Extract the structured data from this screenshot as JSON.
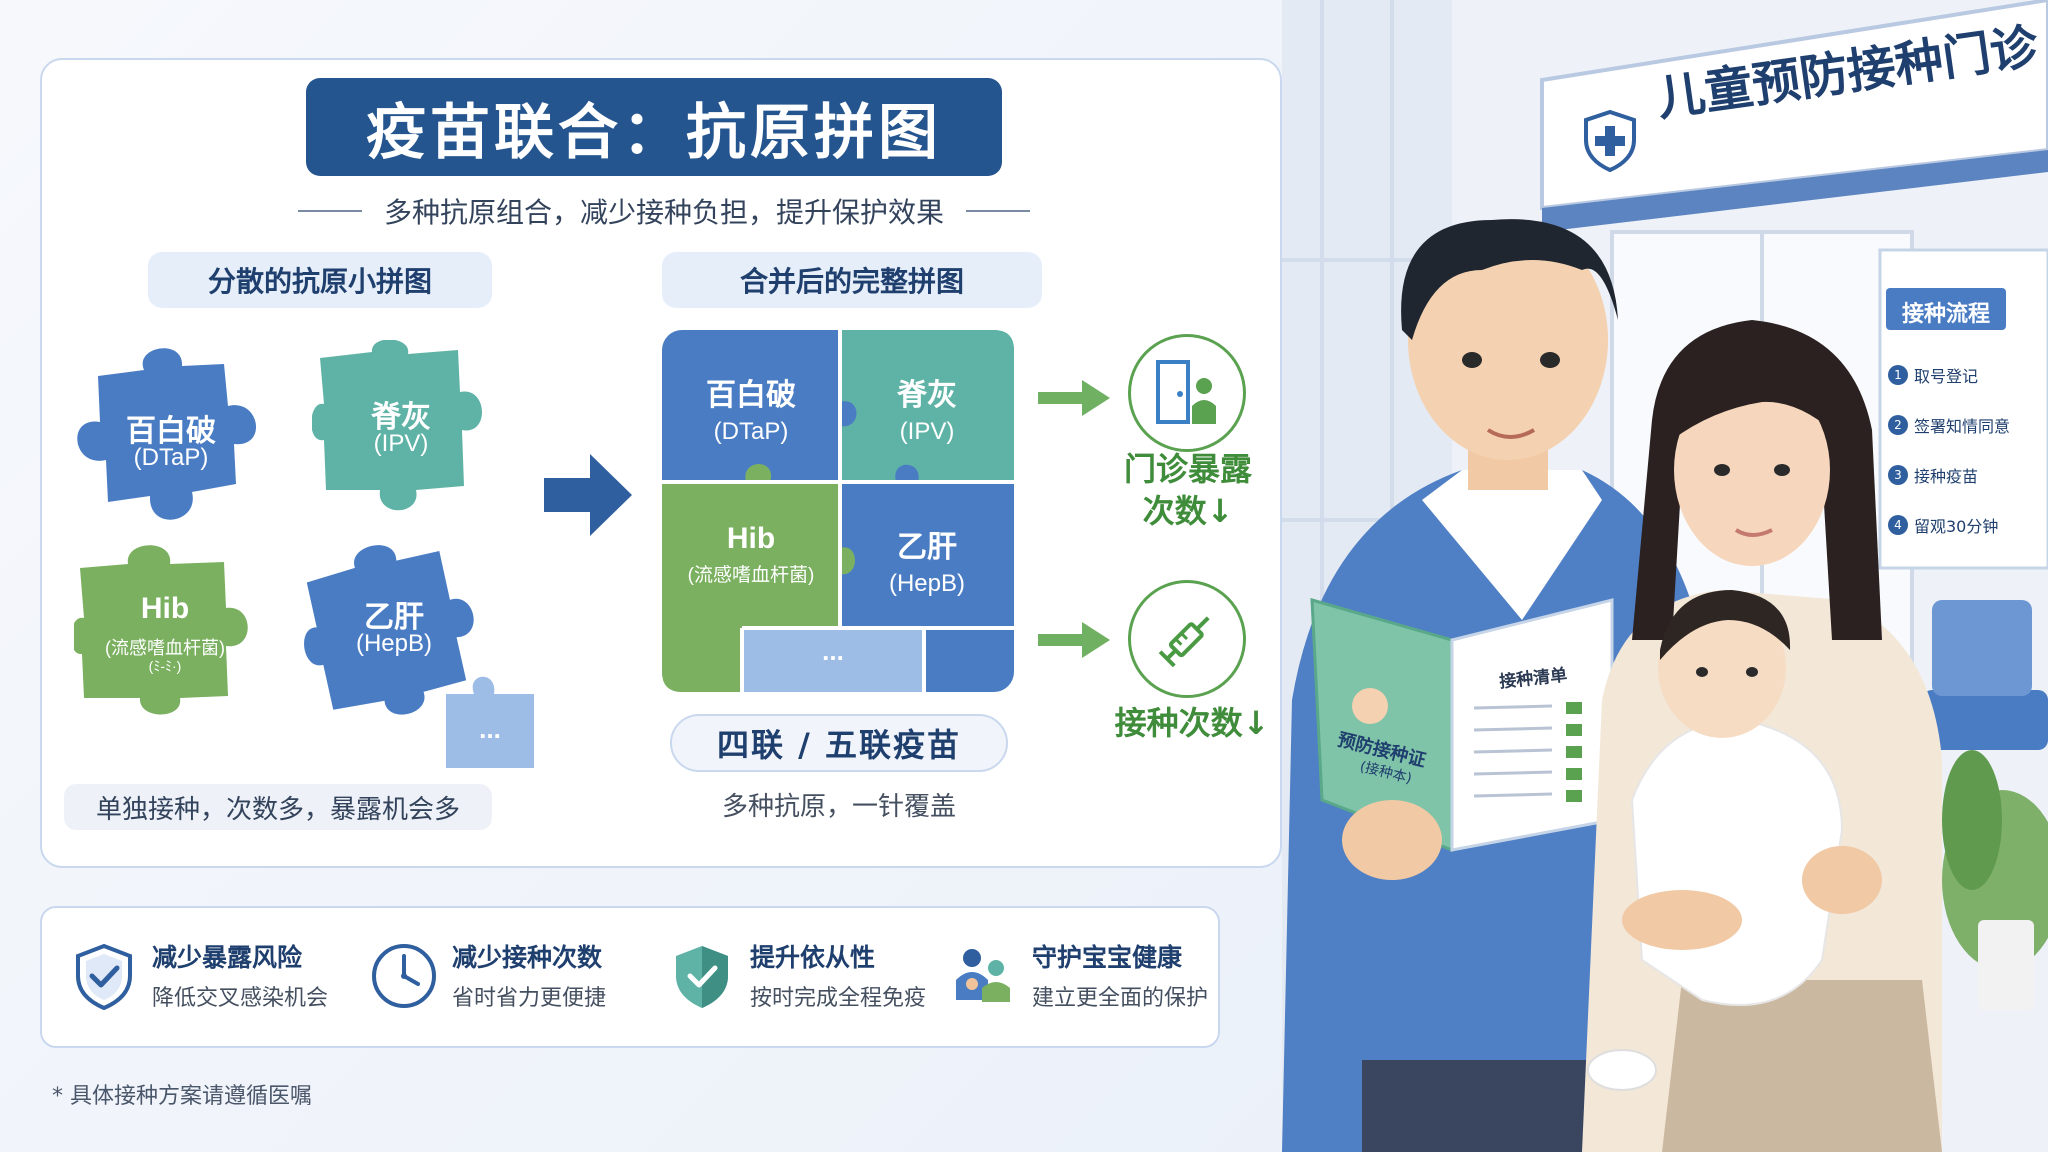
{
  "title": "疫苗联合：抗原拼图",
  "subtitle": "多种抗原组合，减少接种负担，提升保护效果",
  "left_section": {
    "heading": "分散的抗原小拼图",
    "pieces": [
      {
        "name": "百白破",
        "code": "(DTaP)"
      },
      {
        "name": "脊灰",
        "code": "(IPV)"
      },
      {
        "name": "Hib",
        "code": "(流感嗜血杆菌)",
        "extra": "(ﾐ-ﾐ·)"
      },
      {
        "name": "乙肝",
        "code": "(HepB)"
      }
    ],
    "more": "...",
    "note": "单独接种，次数多，暴露机会多"
  },
  "right_section": {
    "heading": "合并后的完整拼图",
    "cells": [
      {
        "name": "百白破",
        "code": "(DTaP)"
      },
      {
        "name": "脊灰",
        "code": "(IPV)"
      },
      {
        "name": "Hib",
        "code": "(流感嗜血杆菌)"
      },
      {
        "name": "乙肝",
        "code": "(HepB)"
      }
    ],
    "more": "...",
    "vaccine_label": "四联 / 五联疫苗",
    "caption": "多种抗原，一针覆盖"
  },
  "outcomes": [
    {
      "text": "门诊暴露\n次数↓",
      "line1": "门诊暴露",
      "line2": "次数↓",
      "icon": "clinic-door-icon"
    },
    {
      "text": "接种次数↓",
      "line1": "接种次数↓",
      "icon": "syringe-icon"
    }
  ],
  "benefits": [
    {
      "title": "减少暴露风险",
      "desc": "降低交叉感染机会",
      "icon": "shield-check-icon"
    },
    {
      "title": "减少接种次数",
      "desc": "省时省力更便捷",
      "icon": "clock-icon"
    },
    {
      "title": "提升依从性",
      "desc": "按时完成全程免疫",
      "icon": "shield-check-filled-icon"
    },
    {
      "title": "守护宝宝健康",
      "desc": "建立更全面的保护",
      "icon": "family-icon"
    }
  ],
  "footnote": "* 具体接种方案请遵循医嘱",
  "scene": {
    "clinic_sign": "儿童预防接种门诊",
    "process_board": {
      "title": "接种流程",
      "steps": [
        {
          "num": "1",
          "label": "取号登记"
        },
        {
          "num": "2",
          "label": "签署知情同意"
        },
        {
          "num": "3",
          "label": "接种疫苗"
        },
        {
          "num": "4",
          "label": "留观30分钟"
        }
      ]
    },
    "booklet": {
      "cover_title": "预防接种证",
      "cover_sub": "(接种本)",
      "page_title": "接种清单"
    }
  },
  "colors": {
    "blue": "#4a7cc4",
    "teal": "#5fb3a6",
    "green": "#7ab05f",
    "light_blue": "#9dbde6",
    "navy": "#24558f",
    "outcome_green": "#3f8c3a"
  }
}
